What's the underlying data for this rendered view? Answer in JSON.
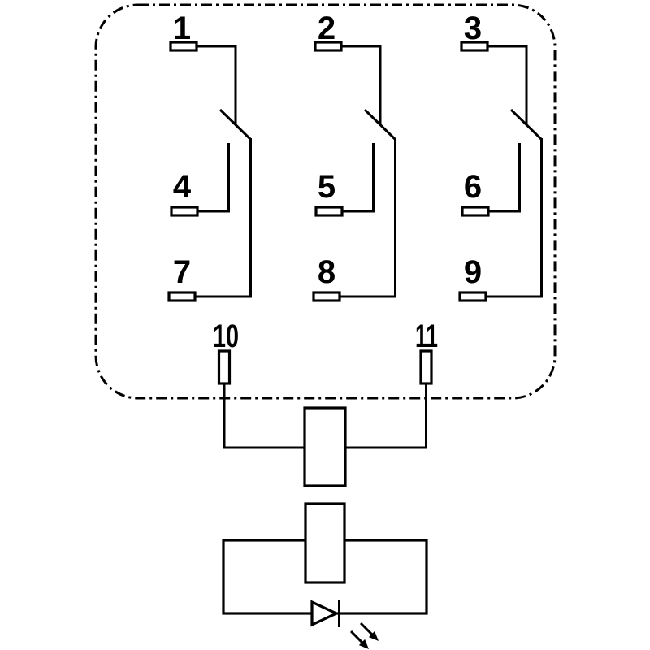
{
  "colors": {
    "line": "#000000",
    "background": "#ffffff"
  },
  "poles": [
    {
      "top_label": "1",
      "mid_label": "4",
      "bottom_label": "7"
    },
    {
      "top_label": "2",
      "mid_label": "5",
      "bottom_label": "8"
    },
    {
      "top_label": "3",
      "mid_label": "6",
      "bottom_label": "9"
    }
  ],
  "coil": {
    "terminal_left": "10",
    "terminal_right": "11"
  },
  "icons": {
    "led": "led-diode-icon",
    "emission_arrows": "led-emission-arrows-icon"
  }
}
